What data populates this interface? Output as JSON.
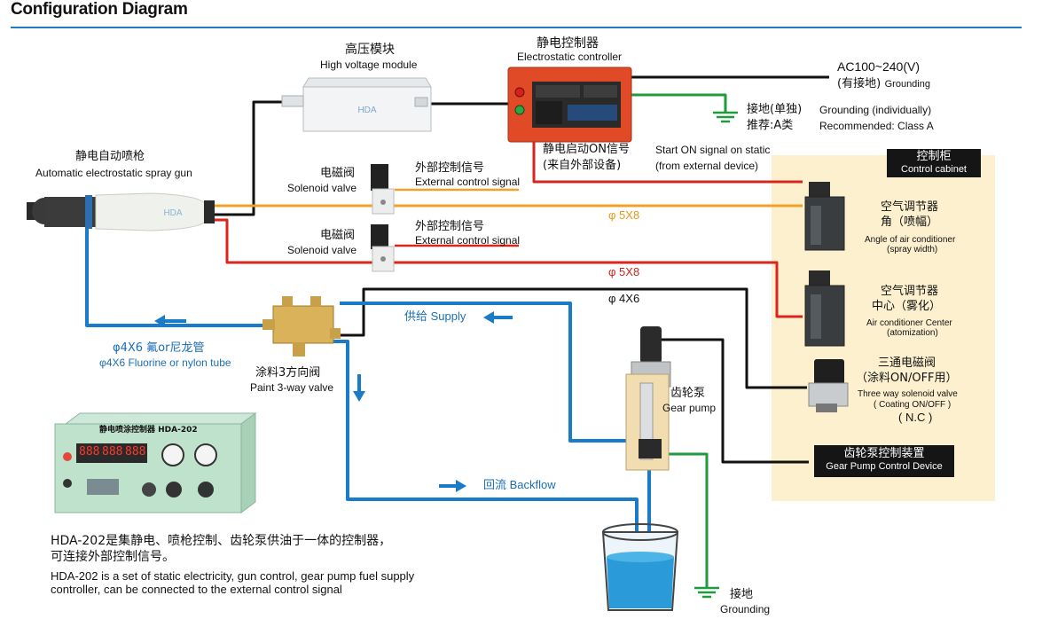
{
  "header": {
    "title": "Configuration Diagram"
  },
  "hv_module": {
    "cn": "高压模块",
    "en": "High voltage module",
    "brand": "HDA"
  },
  "controller": {
    "cn": "静电控制器",
    "en": "Electrostatic controller"
  },
  "power": {
    "voltage": "AC100~240(V)",
    "cn": "(有接地)",
    "en": "Grounding"
  },
  "ground_main": {
    "cn1": "接地(单独)",
    "en1": "Grounding (individually)",
    "cn2": "推荐:A类",
    "en2": "Recommended: Class A"
  },
  "start_signal": {
    "cn1": "静电启动ON信号",
    "en1": "Start ON signal on static",
    "cn2": "(来自外部设备)",
    "en2": "(from external device)"
  },
  "spray_gun": {
    "cn": "静电自动喷枪",
    "en": "Automatic electrostatic spray gun",
    "brand": "HDA"
  },
  "solenoid1": {
    "cn": "电磁阀",
    "en": "Solenoid valve",
    "signal_cn": "外部控制信号",
    "signal_en": "External control signal"
  },
  "solenoid2": {
    "cn": "电磁阀",
    "en": "Solenoid valve",
    "signal_cn": "外部控制信号",
    "signal_en": "External control signal"
  },
  "pipes": {
    "orange_size": "φ 5X8",
    "red_size": "φ 5X8",
    "black_size": "φ 4X6"
  },
  "cabinet": {
    "cn": "控制柜",
    "en": "Control cabinet"
  },
  "air_width": {
    "cn1": "空气调节器",
    "cn2": "角（喷幅）",
    "en1": "Angle of air conditioner",
    "en2": "(spray width)"
  },
  "air_center": {
    "cn1": "空气调节器",
    "cn2": "中心（雾化）",
    "en1": "Air conditioner Center",
    "en2": "(atomization)"
  },
  "three_way_solenoid": {
    "cn1": "三通电磁阀",
    "cn2": "（涂料ON/OFF用）",
    "en1": "Three way solenoid valve",
    "en2": "( Coating ON/OFF )",
    "nc": "( N.C )"
  },
  "gear_pump_control": {
    "cn": "齿轮泵控制装置",
    "en": "Gear Pump Control Device"
  },
  "gear_pump": {
    "cn": "齿轮泵",
    "en": "Gear pump"
  },
  "supply": {
    "cn": "供给",
    "en": "Supply"
  },
  "backflow": {
    "cn": "回流",
    "en": "Backflow"
  },
  "tube": {
    "cn": "φ4X6  氟or尼龙管",
    "en": "φ4X6  Fluorine or nylon tube"
  },
  "paint_valve": {
    "cn": "涂料3方向阀",
    "en": "Paint 3-way valve"
  },
  "ground_bottom": {
    "cn": "接地",
    "en": "Grounding"
  },
  "device": {
    "name": "静电喷涂控制器   HDA-202",
    "display": [
      "888",
      "888",
      "888"
    ]
  },
  "description": {
    "cn1": "HDA-202是集静电、喷枪控制、齿轮泵供油于一体的控制器，",
    "cn2": "可连接外部控制信号。",
    "en1": "HDA-202 is a set of static electricity, gun control, gear pump fuel supply",
    "en2": "controller, can be connected to the external control signal"
  },
  "colors": {
    "blue_line": "#1a7cc8",
    "orange_line": "#f0a12a",
    "red_line": "#d9261c",
    "green_line": "#1f9a3c",
    "black_line": "#111111",
    "accent": "#1e7fc0",
    "cabinet_bg": "#fdf0cf"
  }
}
